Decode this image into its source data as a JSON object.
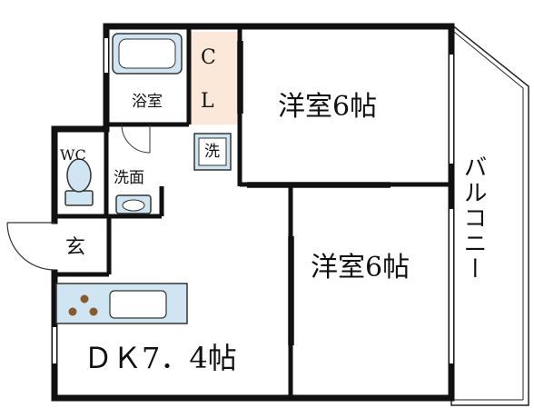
{
  "rooms": {
    "western_room_1": "洋室6帖",
    "western_room_2": "洋室6帖",
    "dining_kitchen": "ＤＫ7．4帖",
    "bathroom": "浴室",
    "toilet": "WC",
    "washbasin": "洗面",
    "entrance": "玄",
    "laundry": "洗",
    "closet_top": "C",
    "closet_bottom": "L",
    "balcony": "バルコニー"
  },
  "colors": {
    "wall": "#111111",
    "fixture_fill": "#cfe6f2",
    "fixture_stroke": "#333333",
    "closet_fill": "#fbe8d8",
    "burner": "#8b5a2b",
    "background": "#ffffff"
  },
  "icons": [
    "bathtub-icon",
    "toilet-icon",
    "sink-icon",
    "washing-machine-icon",
    "kitchen-counter-icon",
    "door-swing-icon"
  ]
}
